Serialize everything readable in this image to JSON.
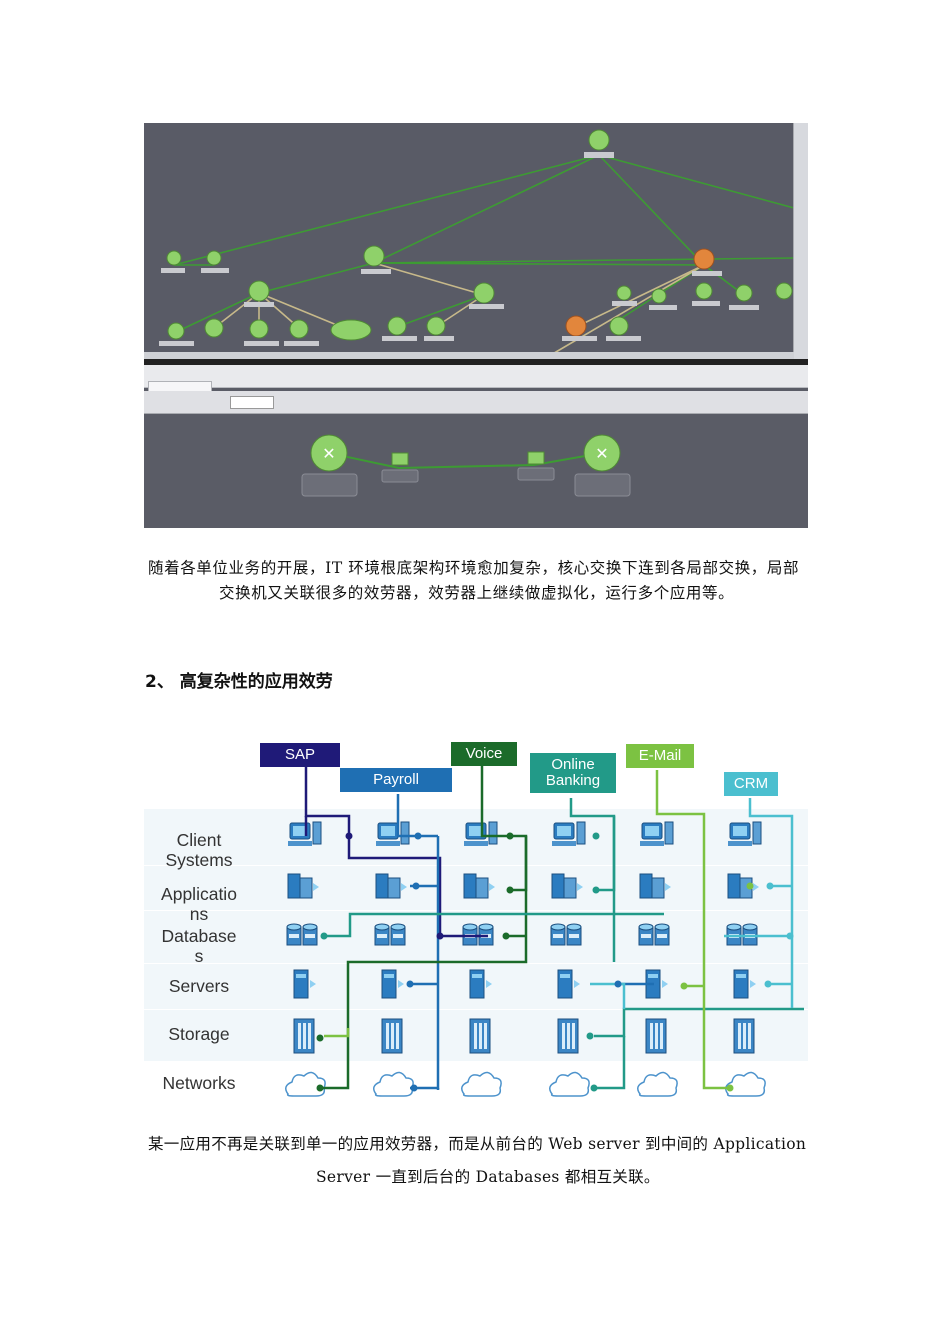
{
  "figure1": {
    "description_free": true,
    "icon": "network-topology-screenshot",
    "colors": {
      "canvas": "#595b66",
      "node_green": "#8fd16a",
      "node_orange": "#e2863c",
      "link_green": "#3d9b33",
      "link_tan": "#c7b98a"
    }
  },
  "paragraph1": {
    "line1": "随着各单位业务的开展，IT 环境根底架构环境愈加复杂，核心交换下连到各局部交换，局部",
    "line2": "交换机又关联很多的效劳器，效劳器上继续做虚拟化，运行多个应用等。"
  },
  "section": {
    "heading": "2、 高复杂性的应用效劳"
  },
  "figure2": {
    "apps": [
      {
        "label": "SAP",
        "color": "#1f1a78"
      },
      {
        "label": "Payroll",
        "color": "#1f6fb3"
      },
      {
        "label": "Voice",
        "color": "#1b6b2a"
      },
      {
        "label_line1": "Online",
        "label_line2": "Banking",
        "color": "#229a88"
      },
      {
        "label": "E-Mail",
        "color": "#7cc242"
      },
      {
        "label": "CRM",
        "color": "#4bbfcf"
      }
    ],
    "rows": [
      {
        "line1": "Client",
        "line2": "Systems",
        "icon": "desktop-computer-icon"
      },
      {
        "line1": "Applicatio",
        "line2": "ns",
        "icon": "app-server-icon"
      },
      {
        "line1": "Database",
        "line2": "s",
        "icon": "database-icon"
      },
      {
        "line1": "Servers",
        "line2": "",
        "icon": "server-icon"
      },
      {
        "line1": "Storage",
        "line2": "",
        "icon": "storage-array-icon"
      },
      {
        "line1": "Networks",
        "line2": "",
        "icon": "cloud-network-icon"
      }
    ]
  },
  "paragraph2": {
    "line1": "某一应用不再是关联到单一的应用效劳器，而是从前台的 Web server 到中间的 Application",
    "line2": "Server 一直到后台的 Databases 都相互关联。"
  }
}
